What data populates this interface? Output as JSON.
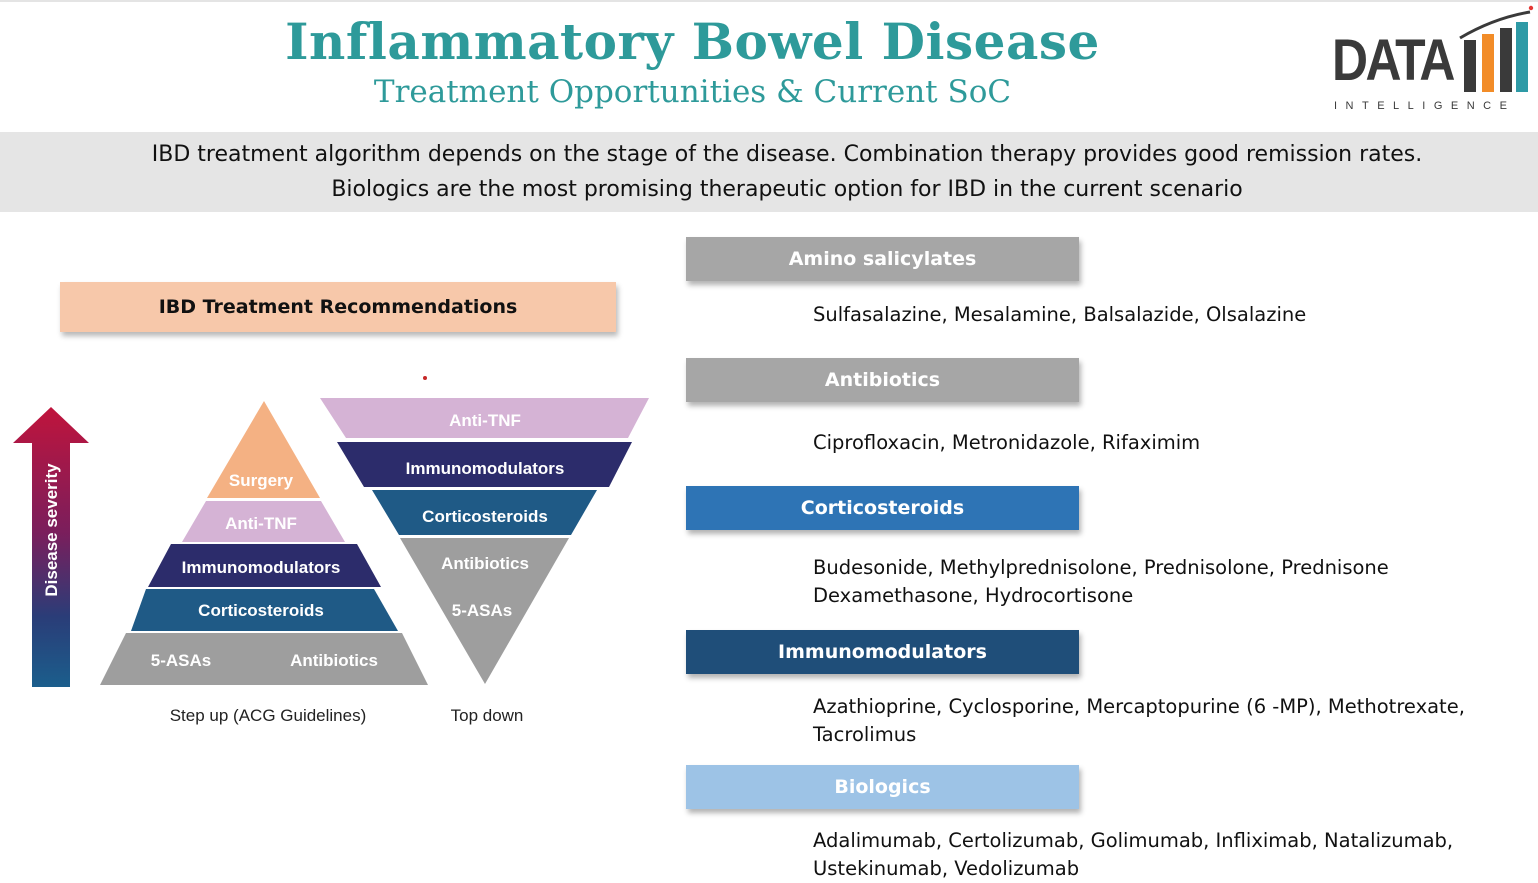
{
  "header": {
    "title": "Inflammatory Bowel Disease",
    "subtitle": "Treatment Opportunities & Current SoC"
  },
  "logo": {
    "word": "DATA",
    "tagline": "INTELLIGENCE"
  },
  "banner": {
    "line1": "IBD treatment algorithm depends on the stage of the disease. Combination therapy provides good remission rates.",
    "line2": "Biologics are the most promising therapeutic option for IBD in the current scenario"
  },
  "recommendations": {
    "heading": "IBD Treatment Recommendations",
    "severity_axis_label": "Disease severity",
    "step_up": {
      "caption": "Step up (ACG Guidelines)",
      "levels": [
        "Surgery",
        "Anti-TNF",
        "Immunomodulators",
        "Corticosteroids",
        "5-ASAs",
        "Antibiotics"
      ]
    },
    "top_down": {
      "caption": "Top down",
      "levels": [
        "Anti-TNF",
        "Immunomodulators",
        "Corticosteroids",
        "Antibiotics",
        "5-ASAs"
      ]
    }
  },
  "categories": [
    {
      "name": "Amino salicylates",
      "color": "#a6a6a6",
      "drugs": [
        "Sulfasalazine, Mesalamine, Balsalazide, Olsalazine"
      ]
    },
    {
      "name": "Antibiotics",
      "color": "#a6a6a6",
      "drugs": [
        "Ciprofloxacin, Metronidazole, Rifaximim"
      ]
    },
    {
      "name": "Corticosteroids",
      "color": "#2e74b5",
      "drugs": [
        "Budesonide, Methylprednisolone, Prednisolone, Prednisone",
        "Dexamethasone, Hydrocortisone"
      ]
    },
    {
      "name": "Immunomodulators",
      "color": "#1f4e79",
      "drugs": [
        "Azathioprine, Cyclosporine, Mercaptopurine (6  -MP), Methotrexate,",
        "Tacrolimus"
      ]
    },
    {
      "name": "Biologics",
      "color": "#9dc3e6",
      "drugs": [
        "Adalimumab, Certolizumab, Golimumab, Infliximab, Natalizumab,",
        "Ustekinumab, Vedolizumab"
      ]
    }
  ],
  "colors": {
    "title_teal": "#2e9a9a",
    "surgery": "#f4b183",
    "anti_tnf": "#d5b3d5",
    "immunomodulators": "#2c2c6b",
    "corticosteroids": "#1f5a86",
    "base_grey": "#9e9e9e"
  }
}
